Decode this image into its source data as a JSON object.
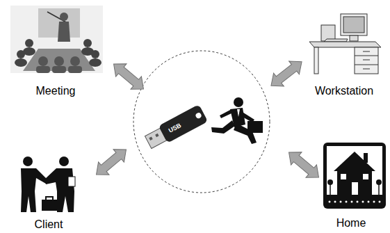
{
  "diagram": {
    "nodes": [
      {
        "text": [
          "Meeting"
        ]
      },
      {
        "text": [
          "Workstation"
        ]
      },
      {
        "text": [
          "Client"
        ]
      },
      {
        "text": [
          "Home"
        ]
      }
    ],
    "labels": [
      "USB"
    ]
  }
}
